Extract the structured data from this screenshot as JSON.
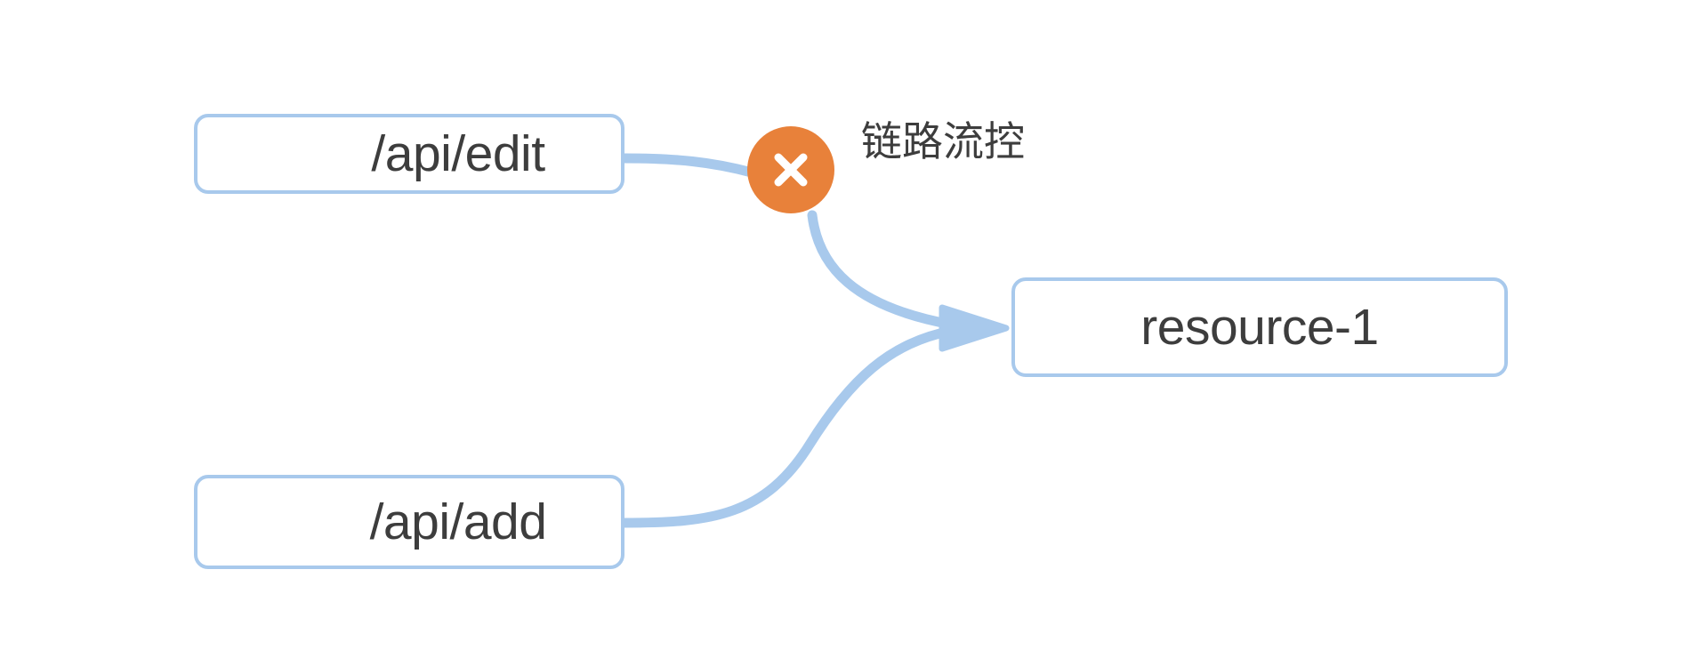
{
  "diagram": {
    "title": "链路流控",
    "type": "flow-diagram",
    "background_color": "#ffffff",
    "node_border_color": "#a8c9ec",
    "node_fill_color": "#ffffff",
    "edge_color": "#a8c9ec",
    "text_color": "#3d3d3d",
    "marker_color": "#e8813a",
    "nodes": [
      {
        "id": "api-edit",
        "label": "/api/edit",
        "shape": "rounded-rect"
      },
      {
        "id": "api-add",
        "label": "/api/add",
        "shape": "rounded-rect"
      },
      {
        "id": "resource-1",
        "label": "resource-1",
        "shape": "rounded-rect"
      }
    ],
    "marker": {
      "id": "link-flow-control",
      "icon": "close-x-icon",
      "label": "链路流控",
      "color": "#e8813a",
      "on_edge": "api-edit -> resource-1"
    },
    "edges": [
      {
        "from": "api-edit",
        "to": "resource-1",
        "arrow": true,
        "blocked": true
      },
      {
        "from": "api-add",
        "to": "resource-1",
        "arrow": true,
        "blocked": false
      }
    ]
  }
}
